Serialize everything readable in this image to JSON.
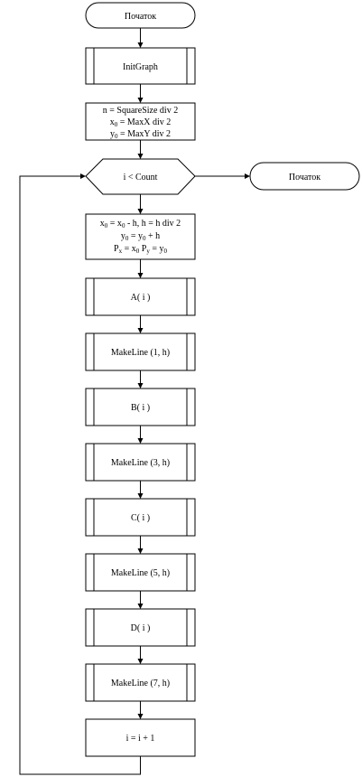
{
  "flowchart": {
    "start": "Початок",
    "init_graph": "InitGraph",
    "assign": {
      "line1": "n = SquareSize div 2",
      "line2_var": "x",
      "line2_sub": "0",
      "line2_rest": " = MaxX div 2",
      "line3_var": "y",
      "line3_sub": "0",
      "line3_rest": " = MaxY div 2"
    },
    "loop_condition": "i < Count",
    "loop_exit": "Початок",
    "update": {
      "l1_a": "x",
      "l1_sub_a": "0",
      "l1_b": " = x",
      "l1_sub_b": "0",
      "l1_c": " - h,  h = h div 2",
      "l2_a": "y",
      "l2_sub_a": "0",
      "l2_b": " = y",
      "l2_sub_b": "0",
      "l2_c": " + h",
      "l3_a": "P",
      "l3_sub_a": "x",
      "l3_b": " = x",
      "l3_sub_b": "0",
      "l3_c": "  P",
      "l3_sub_c": "y",
      "l3_d": " = y",
      "l3_sub_d": "0"
    },
    "steps": [
      "A( i )",
      "MakeLine (1, h)",
      "B( i )",
      "MakeLine (3, h)",
      "C( i )",
      "MakeLine (5, h)",
      "D( i )",
      "MakeLine (7, h)"
    ],
    "increment": "i = i + 1"
  }
}
